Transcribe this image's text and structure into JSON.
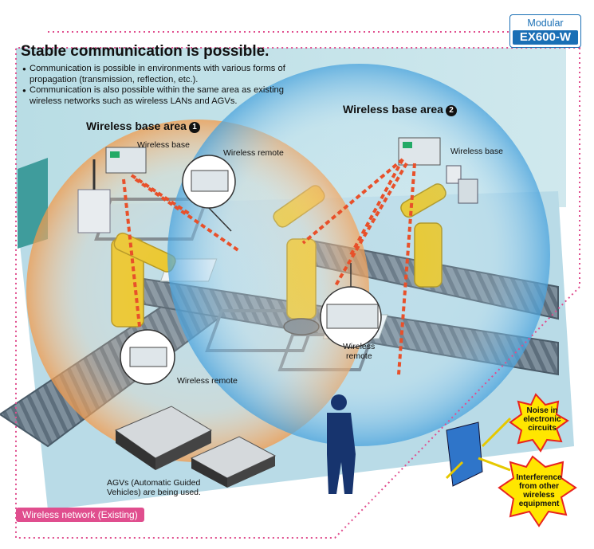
{
  "badge": {
    "line1": "Modular",
    "line2": "EX600-W"
  },
  "heading": "Stable communication is possible.",
  "bullets": [
    "Communication is possible in environments with various forms of propagation (transmission, reflection, etc.).",
    "Communication is also possible within the same area as existing wireless networks such as wireless LANs and AGVs."
  ],
  "area1": {
    "label": "Wireless base area",
    "number": "1"
  },
  "area2": {
    "label": "Wireless base area",
    "number": "2"
  },
  "labels": {
    "wireless_base_1": "Wireless base",
    "wireless_remote_top": "Wireless remote",
    "wireless_base_2": "Wireless base",
    "wireless_remote_mid_1": "Wireless",
    "wireless_remote_mid_2": "remote",
    "wireless_remote_bottom": "Wireless remote",
    "agvs_1": "AGVs (Automatic Guided",
    "agvs_2": "Vehicles) are being used."
  },
  "existing_network": "Wireless network (Existing)",
  "noise": {
    "line1": "Noise in",
    "line2": "electronic",
    "line3": "circuits"
  },
  "interference": {
    "line1": "Interference",
    "line2": "from other",
    "line3": "wireless",
    "line4": "equipment"
  },
  "colors": {
    "pink_dotted": "#e04e8e",
    "brand_blue": "#1a6fb5",
    "orange_zone": "#f39a4a",
    "blue_zone": "#4aa3dd",
    "burst_yellow": "#ffe600",
    "burst_red": "#e8231f",
    "floor": "#b9dbe7",
    "robot_yellow": "#e8c31a"
  }
}
